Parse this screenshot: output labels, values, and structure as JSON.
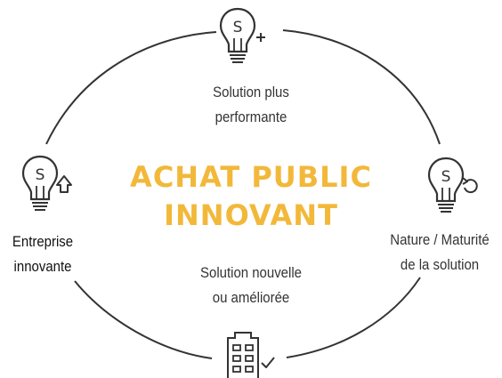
{
  "title": {
    "line1": "ACHAT PUBLIC",
    "line2": "INNOVANT"
  },
  "labels": {
    "top": {
      "line1": "Solution plus",
      "line2": "performante"
    },
    "left": {
      "line1": "Entreprise",
      "line2": "innovante"
    },
    "right": {
      "line1": "Nature / Maturité",
      "line2": "de la solution"
    },
    "bottom": {
      "line1": "Solution nouvelle",
      "line2": "ou améliorée"
    }
  },
  "icons": {
    "top": "lightbulb-plus-icon",
    "left": "lightbulb-up-arrow-icon",
    "right": "lightbulb-refresh-icon",
    "bottom": "building-check-icon"
  },
  "bulb_letter": "S",
  "colors": {
    "accent": "#f2b83a",
    "stroke": "#333333",
    "text": "#333333"
  }
}
